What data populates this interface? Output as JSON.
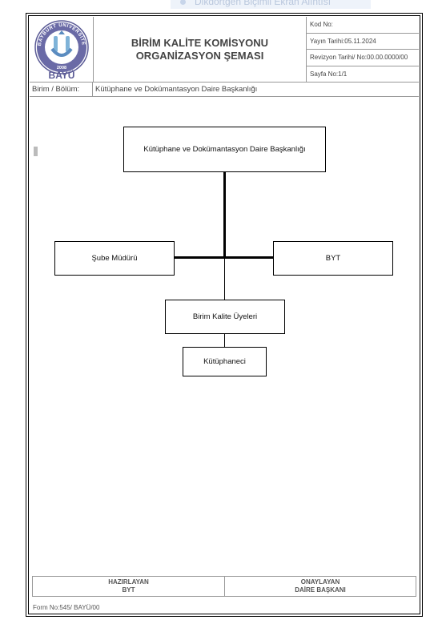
{
  "ghost_tooltip": "Dikdörtgen Biçimli Ekran Alıntısı",
  "logo": {
    "arc_text": "BAYBURT ÜNİVERSİTESİ",
    "year": "2008",
    "caption": "BAYÜ",
    "ring_color": "#5b5b96",
    "mark_color": "#7fb3d8"
  },
  "header": {
    "title_line1": "BİRİM KALİTE KOMİSYONU",
    "title_line2": "ORGANİZASYON ŞEMASI",
    "meta": {
      "kod_no": "Kod No:",
      "yayin_tarihi": "Yayın Tarihi:05.11.2024",
      "revizyon": "Revizyon Tarihi/ No:00.00.0000/00",
      "sayfa": "Sayfa No:1/1"
    }
  },
  "unit": {
    "label": "Birim / Bölüm:",
    "value": "Kütüphane ve Dokümantasyon Daire Başkanlığı"
  },
  "org": {
    "top": "Kütüphane ve Dokümantasyon Daire Başkanlığı",
    "left": "Şube Müdürü",
    "right": "BYT",
    "middle": "Birim Kalite Üyeleri",
    "bottom": "Kütüphaneci"
  },
  "footer": {
    "prepared_title": "HAZIRLAYAN",
    "prepared_by": "BYT",
    "approved_title": "ONAYLAYAN",
    "approved_by": "DAİRE BAŞKANI",
    "form_no": "Form No:545/ BAYÜ/00"
  }
}
